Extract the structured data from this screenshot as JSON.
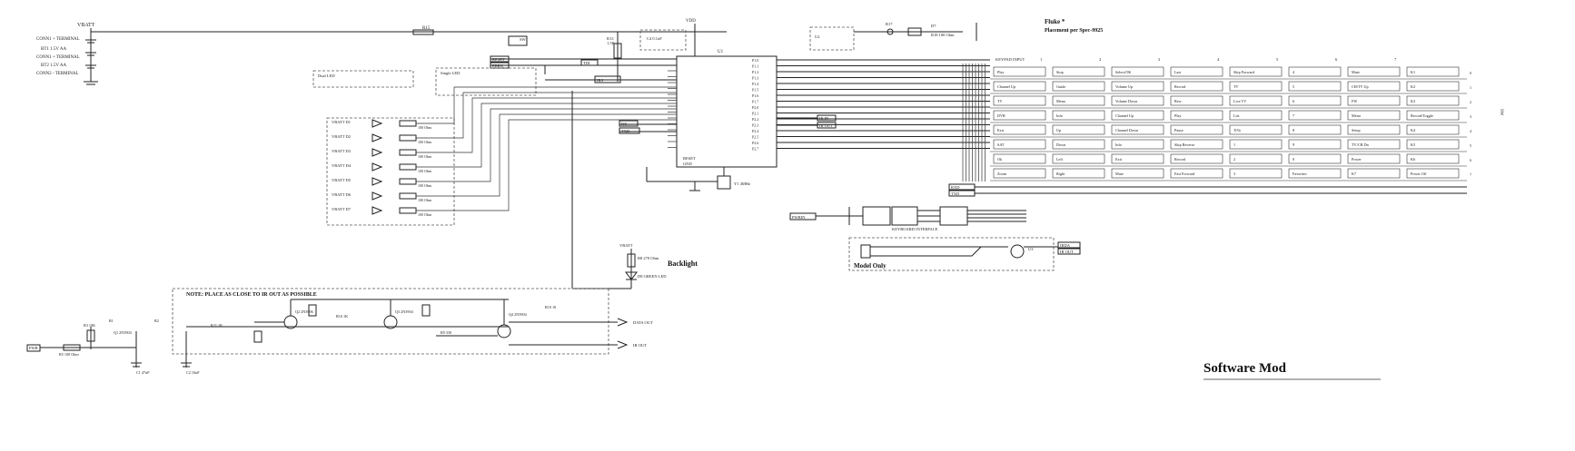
{
  "power": {
    "vbatt": "VBATT",
    "cells": [
      "CONN1 + TERMINAL",
      "BT1 1.5V AA",
      "CONN1 + TERMINAL",
      "BT2 1.5V AA",
      "CONN2 - TERMINAL"
    ],
    "r15": "R15",
    "fuse": "F1",
    "vdd": "VDD",
    "top_components": [
      "C4 0.1uF",
      "U2",
      "R17",
      "D7",
      "R18 100 Ohm"
    ]
  },
  "mcu": {
    "label": "U1",
    "right_pins": [
      "P1.0",
      "P1.1",
      "P1.2",
      "P1.3",
      "P1.4",
      "P1.5",
      "P1.6",
      "P1.7",
      "P2.0",
      "P2.1",
      "P2.2",
      "P2.3",
      "P2.4",
      "P2.5",
      "P2.6",
      "P2.7"
    ],
    "bottom_pins": [
      "RESET",
      "GND"
    ]
  },
  "nets": {
    "reset": "RESET",
    "ebrx": "EBRX",
    "tdi": "TDI",
    "rx": "RX",
    "txd": "TXD",
    "irs": "IRS",
    "xtal": "Y1 4MHz",
    "rx_out": "RXD",
    "tx_out": "TXD",
    "ir_in": "IR IN",
    "data_out": "DATA OUT",
    "ir_out": "IR OUT"
  },
  "leds": {
    "single_led": "Single LED",
    "dual": "Dual LED",
    "r_label": "100 Ohm",
    "items": [
      "VBATT  D1",
      "VBATT  D2",
      "VBATT  D3",
      "VBATT  D4",
      "VBATT  D5",
      "VBATT  D6",
      "VBATT  D7"
    ]
  },
  "backlight": {
    "label": "Backlight",
    "parts": [
      "VBATT",
      "R8 270 Ohm",
      "D8 GREEN LED"
    ]
  },
  "keypad": {
    "header": "KEYPAD INPUT",
    "note": "Fluke *",
    "note2": "Placement per Spec-9925",
    "columns": [
      "1",
      "2",
      "3",
      "4",
      "5",
      "6",
      "7"
    ],
    "rows": [
      [
        "Play",
        "Stop",
        "Select/OK",
        "Last",
        "Skip Forward",
        "4",
        "Mute",
        "K1"
      ],
      [
        "Channel Up",
        "Guide",
        "Volume Up",
        "Record",
        "TV",
        "5",
        "CH/TV Up",
        "K2"
      ],
      [
        "TV",
        "Menu",
        "Volume Down",
        "Rew",
        "Live TV",
        "6",
        "FW",
        "K3"
      ],
      [
        "DVR",
        "Info",
        "Channel Up",
        "Play",
        "List",
        "7",
        "Menu",
        "Record/Toggle"
      ],
      [
        "Exit",
        "Up",
        "Channel Down",
        "Pause",
        "TiVo",
        "8",
        "Setup",
        "K4"
      ],
      [
        "SAT",
        "Down",
        "Info",
        "Skip Reverse",
        "1",
        "9",
        "TV/CH Dn",
        "K5"
      ],
      [
        "Ok",
        "Left",
        "Exit",
        "Record",
        "2",
        "0",
        "Power",
        "K6"
      ],
      [
        "Zoom",
        "Right",
        "Mute",
        "Fast Forward",
        "3",
        "Favorites",
        "K7",
        "Power Off"
      ]
    ]
  },
  "interface": {
    "label": "KEYBOARD INTERFACE",
    "left_net": "PWRIN",
    "model_only": "Model Only",
    "u3": "U3",
    "outs": [
      "IRDA",
      "IR OUT"
    ]
  },
  "bottom": {
    "note": "NOTE: PLACE AS CLOSE TO IR OUT AS POSSIBLE",
    "parts": [
      "R5 100 Ohm",
      "Q1 2N3904",
      "R3 10K",
      "R21 1K",
      "Q2 2N3906",
      "R16 1K",
      "Q3 2N3904",
      "R9 330",
      "Q4 2N3904",
      "R10 10",
      "C1 47uF",
      "C2 10uF",
      "R1",
      "R2"
    ],
    "in_net": "PWR"
  },
  "title": {
    "software_model": "Software Mod"
  }
}
